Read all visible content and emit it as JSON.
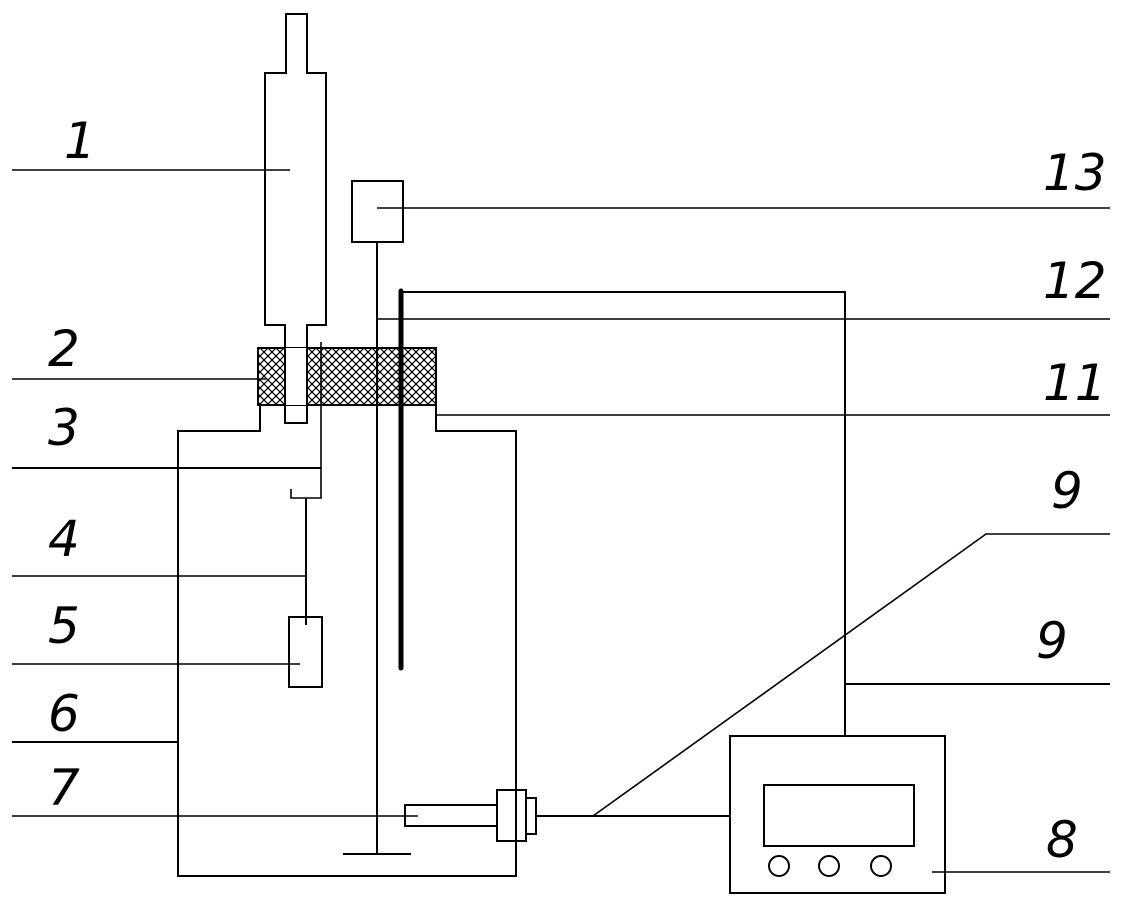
{
  "labels": {
    "l1": "1",
    "l2": "2",
    "l3": "3",
    "l4": "4",
    "l5": "5",
    "l6": "6",
    "l7": "7",
    "l8": "8",
    "l9a": "9",
    "l9b": "9",
    "l11": "11",
    "l12": "12",
    "l13": "13"
  },
  "colors": {
    "line": "#000000",
    "background": "#ffffff"
  }
}
